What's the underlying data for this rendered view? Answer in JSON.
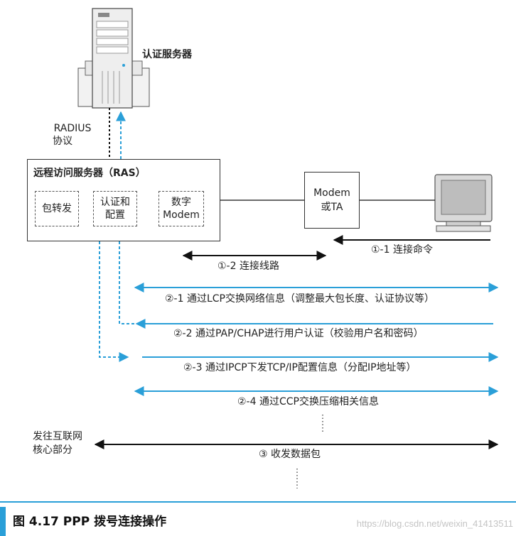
{
  "nodes": {
    "auth_server": "认证服务器",
    "radius": [
      "RADIUS",
      "协议"
    ],
    "ras_title": "远程访问服务器（RAS）",
    "ras_modules": {
      "forwarding": "包转发",
      "auth_config": [
        "认证和",
        "配置"
      ],
      "digital_modem": [
        "数字",
        "Modem"
      ]
    },
    "modem_ta": [
      "Modem",
      "或TA"
    ],
    "internet_core": [
      "发往互联网",
      "核心部分"
    ]
  },
  "steps": [
    {
      "id": "1-1",
      "label": "①-1 连接命令",
      "color": "#111111"
    },
    {
      "id": "1-2",
      "label": "①-2 连接线路",
      "color": "#111111"
    },
    {
      "id": "2-1",
      "label": "②-1 通过LCP交换网络信息（调整最大包长度、认证协议等）",
      "color": "#2a9fd8"
    },
    {
      "id": "2-2",
      "label": "②-2 通过PAP/CHAP进行用户认证（校验用户名和密码）",
      "color": "#2a9fd8"
    },
    {
      "id": "2-3",
      "label": "②-3 通过IPCP下发TCP/IP配置信息（分配IP地址等）",
      "color": "#2a9fd8"
    },
    {
      "id": "2-4",
      "label": "②-4 通过CCP交换压缩相关信息",
      "color": "#2a9fd8"
    },
    {
      "id": "3",
      "label": "③ 收发数据包",
      "color": "#111111"
    }
  ],
  "caption": "图 4.17    PPP 拨号连接操作",
  "watermark": "https://blog.csdn.net/weixin_41413511",
  "colors": {
    "accent": "#2a9fd8",
    "line": "#111111"
  }
}
